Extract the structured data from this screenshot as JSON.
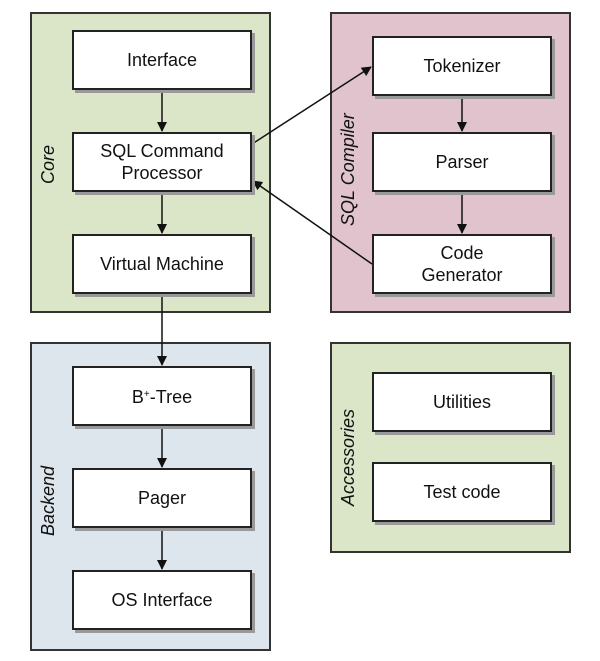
{
  "colors": {
    "core_bg": "#dbe6c9",
    "compiler_bg": "#e0c3cc",
    "backend_bg": "#dde5ed",
    "accessories_bg": "#dbe6c9"
  },
  "panels": {
    "core": {
      "label": "Core",
      "boxes": [
        "Interface",
        "SQL Command\nProcessor",
        "Virtual Machine"
      ]
    },
    "compiler": {
      "label": "SQL Compiler",
      "boxes": [
        "Tokenizer",
        "Parser",
        "Code\nGenerator"
      ]
    },
    "backend": {
      "label": "Backend",
      "boxes": [
        "B",
        "+",
        "-Tree",
        "Pager",
        "OS Interface"
      ]
    },
    "accessories": {
      "label": "Accessories",
      "boxes": [
        "Utilities",
        "Test code"
      ]
    }
  },
  "edges": [
    [
      "Interface",
      "SQL Command Processor"
    ],
    [
      "SQL Command Processor",
      "Virtual Machine"
    ],
    [
      "Virtual Machine",
      "B+-Tree"
    ],
    [
      "SQL Command Processor",
      "Tokenizer"
    ],
    [
      "Tokenizer",
      "Parser"
    ],
    [
      "Parser",
      "Code Generator"
    ],
    [
      "Code Generator",
      "SQL Command Processor"
    ],
    [
      "B+-Tree",
      "Pager"
    ],
    [
      "Pager",
      "OS Interface"
    ]
  ]
}
